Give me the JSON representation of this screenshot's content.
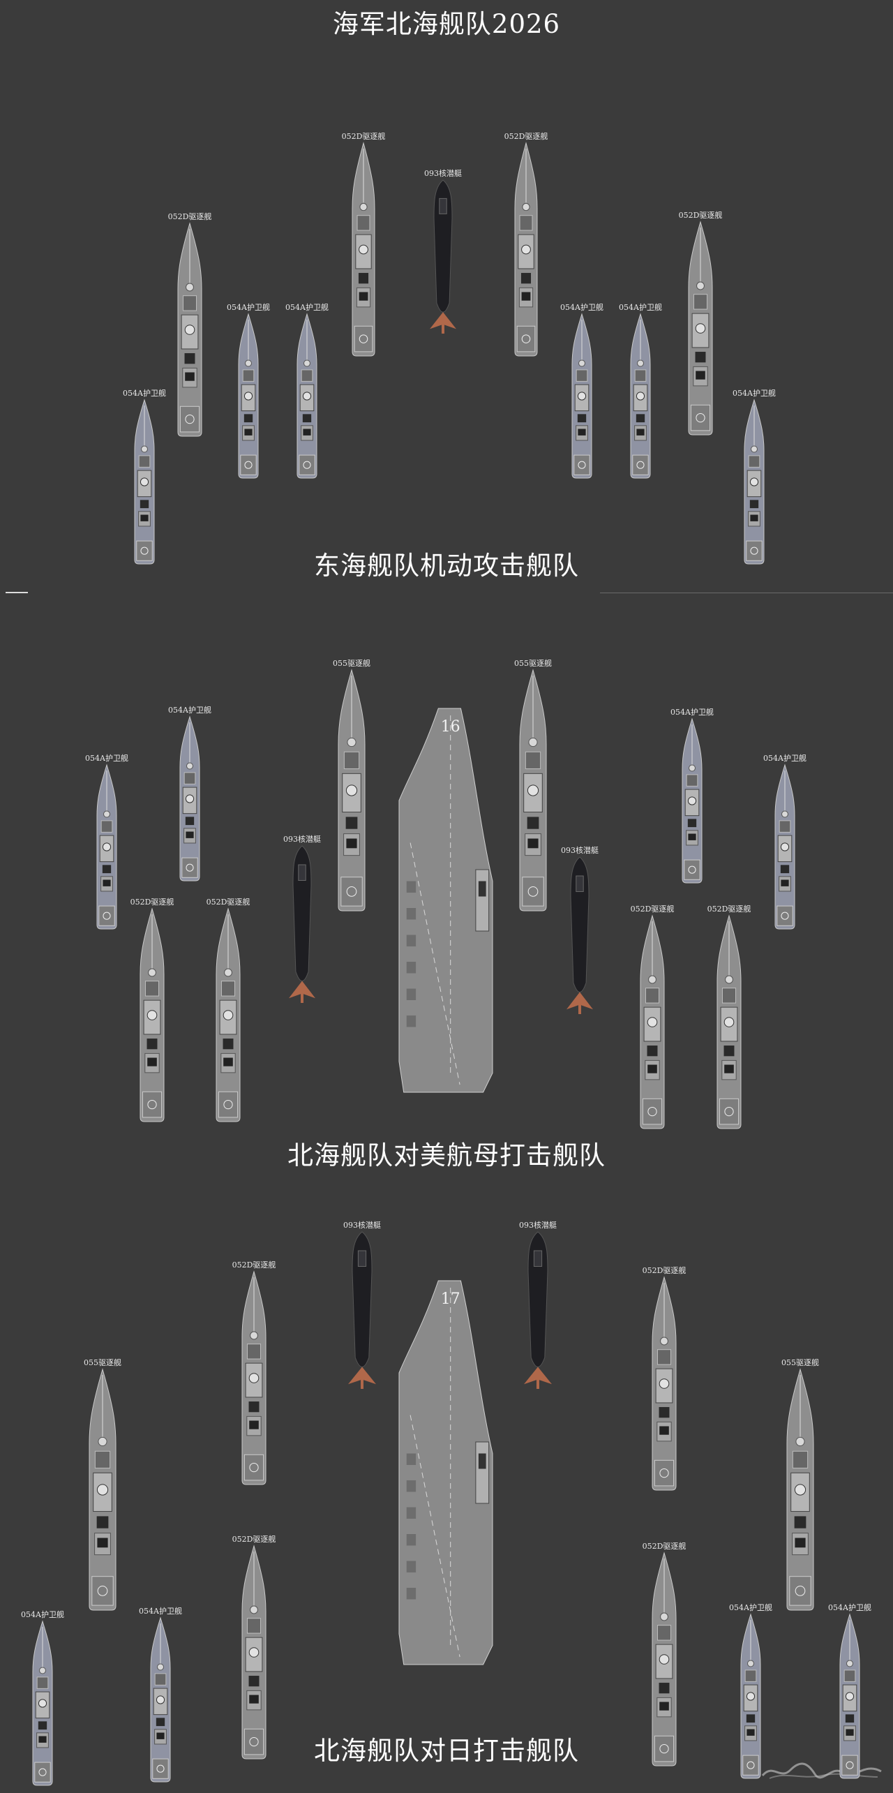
{
  "page": {
    "main_title": "海军北海舰队2026"
  },
  "sections": [
    {
      "caption": "东海舰队机动攻击舰队",
      "ships": [
        {
          "label": "052D驱逐舰",
          "type": "052D"
        },
        {
          "label": "052D驱逐舰",
          "type": "052D"
        },
        {
          "label": "093核潜艇",
          "type": "093"
        },
        {
          "label": "052D驱逐舰",
          "type": "052D"
        },
        {
          "label": "052D驱逐舰",
          "type": "052D"
        },
        {
          "label": "054A护卫舰",
          "type": "054A"
        },
        {
          "label": "054A护卫舰",
          "type": "054A"
        },
        {
          "label": "054A护卫舰",
          "type": "054A"
        },
        {
          "label": "054A护卫舰",
          "type": "054A"
        },
        {
          "label": "054A护卫舰",
          "type": "054A"
        },
        {
          "label": "054A护卫舰",
          "type": "054A"
        }
      ]
    },
    {
      "caption": "北海舰队对美航母打击舰队",
      "carrier_number": "16",
      "ships": [
        {
          "label": "055驱逐舰",
          "type": "055"
        },
        {
          "label": "055驱逐舰",
          "type": "055"
        },
        {
          "label": "054A护卫舰",
          "type": "054A"
        },
        {
          "label": "054A护卫舰",
          "type": "054A"
        },
        {
          "label": "054A护卫舰",
          "type": "054A"
        },
        {
          "label": "054A护卫舰",
          "type": "054A"
        },
        {
          "label": "093核潜艇",
          "type": "093"
        },
        {
          "label": "093核潜艇",
          "type": "093"
        },
        {
          "label": "052D驱逐舰",
          "type": "052D"
        },
        {
          "label": "052D驱逐舰",
          "type": "052D"
        },
        {
          "label": "052D驱逐舰",
          "type": "052D"
        },
        {
          "label": "052D驱逐舰",
          "type": "052D"
        },
        {
          "label": "",
          "type": "carrier"
        }
      ]
    },
    {
      "caption": "北海舰队对日打击舰队",
      "carrier_number": "17",
      "ships": [
        {
          "label": "093核潜艇",
          "type": "093"
        },
        {
          "label": "093核潜艇",
          "type": "093"
        },
        {
          "label": "052D驱逐舰",
          "type": "052D"
        },
        {
          "label": "052D驱逐舰",
          "type": "052D"
        },
        {
          "label": "055驱逐舰",
          "type": "055"
        },
        {
          "label": "055驱逐舰",
          "type": "055"
        },
        {
          "label": "052D驱逐舰",
          "type": "052D"
        },
        {
          "label": "052D驱逐舰",
          "type": "052D"
        },
        {
          "label": "054A护卫舰",
          "type": "054A"
        },
        {
          "label": "054A护卫舰",
          "type": "054A"
        },
        {
          "label": "054A护卫舰",
          "type": "054A"
        },
        {
          "label": "054A护卫舰",
          "type": "054A"
        },
        {
          "label": "",
          "type": "carrier"
        }
      ]
    }
  ],
  "colors": {
    "background": "#3b3b3b",
    "hull_gray": "#8e8e8e",
    "frigate_blue_gray": "#8f93a3",
    "submarine": "#1e1e22",
    "submarine_prop": "#b0684a",
    "carrier_deck": "#8a8a8a",
    "title_text": "#ffffff"
  }
}
